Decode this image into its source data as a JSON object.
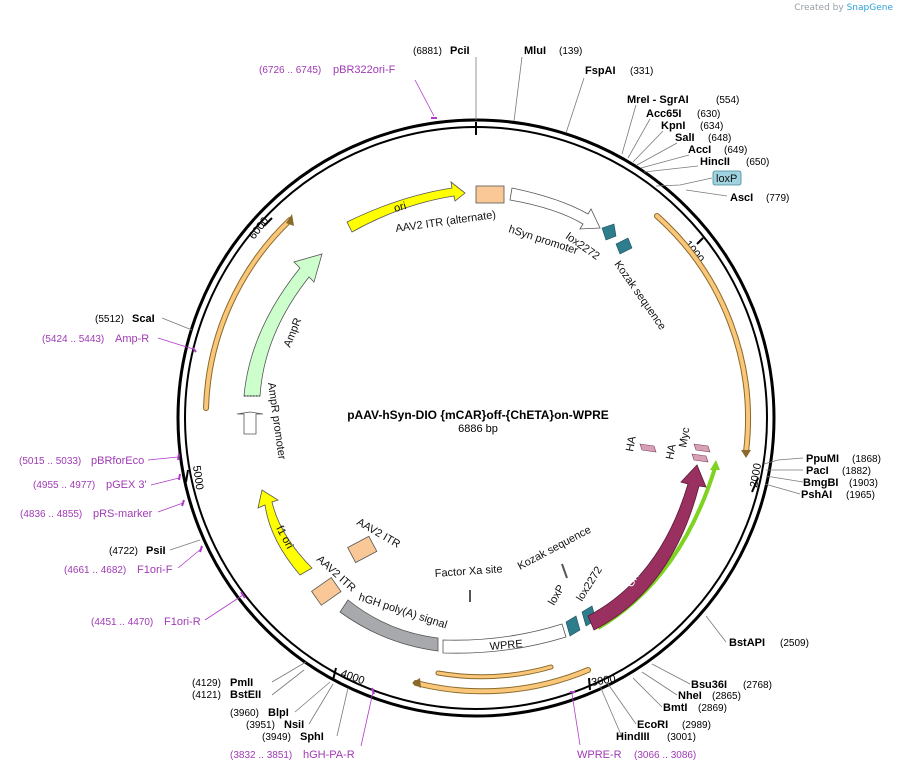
{
  "credit": {
    "prefix": "Created by",
    "brand": "SnapGene"
  },
  "plasmid": {
    "name": "pAAV-hSyn-DIO {mCAR}off-{ChETA}on-WPRE",
    "size_label": "6886 bp",
    "length": 6886
  },
  "ticks": [
    "1000",
    "2000",
    "3000",
    "4000",
    "5000",
    "6000"
  ],
  "enzymes": [
    {
      "name": "PciI",
      "pos": "(6881)"
    },
    {
      "name": "MluI",
      "pos": "(139)"
    },
    {
      "name": "FspAI",
      "pos": "(331)"
    },
    {
      "name": "MreI - SgrAI",
      "pos": "(554)"
    },
    {
      "name": "Acc65I",
      "pos": "(630)"
    },
    {
      "name": "KpnI",
      "pos": "(634)"
    },
    {
      "name": "SalI",
      "pos": "(648)"
    },
    {
      "name": "AccI",
      "pos": "(649)"
    },
    {
      "name": "HincII",
      "pos": "(650)"
    },
    {
      "name": "AscI",
      "pos": "(779)"
    },
    {
      "name": "PpuMI",
      "pos": "(1868)"
    },
    {
      "name": "PacI",
      "pos": "(1882)"
    },
    {
      "name": "BmgBI",
      "pos": "(1903)"
    },
    {
      "name": "PshAI",
      "pos": "(1965)"
    },
    {
      "name": "BstAPI",
      "pos": "(2509)"
    },
    {
      "name": "Bsu36I",
      "pos": "(2768)"
    },
    {
      "name": "NheI",
      "pos": "(2865)"
    },
    {
      "name": "BmtI",
      "pos": "(2869)"
    },
    {
      "name": "EcoRI",
      "pos": "(2989)"
    },
    {
      "name": "HindIII",
      "pos": "(3001)"
    },
    {
      "name": "SphI",
      "pos": "(3949)"
    },
    {
      "name": "NsiI",
      "pos": "(3951)"
    },
    {
      "name": "BlpI",
      "pos": "(3960)"
    },
    {
      "name": "BstEII",
      "pos": "(4121)"
    },
    {
      "name": "PmlI",
      "pos": "(4129)"
    },
    {
      "name": "PsiI",
      "pos": "(4722)"
    },
    {
      "name": "ScaI",
      "pos": "(5512)"
    }
  ],
  "primers": [
    {
      "name": "pBR322ori-F",
      "pos": "(6726 .. 6745)"
    },
    {
      "name": "Amp-R",
      "pos": "(5424 .. 5443)"
    },
    {
      "name": "pBRforEco",
      "pos": "(5015 .. 5033)"
    },
    {
      "name": "pGEX 3'",
      "pos": "(4955 .. 4977)"
    },
    {
      "name": "pRS-marker",
      "pos": "(4836 .. 4855)"
    },
    {
      "name": "F1ori-F",
      "pos": "(4661 .. 4682)"
    },
    {
      "name": "F1ori-R",
      "pos": "(4451 .. 4470)"
    },
    {
      "name": "hGH-PA-R",
      "pos": "(3832 .. 3851)"
    },
    {
      "name": "WPRE-R",
      "pos": "(3066 .. 3086)"
    }
  ],
  "features": {
    "ori": "ori",
    "itr_alt": "AAV2 ITR (alternate)",
    "hsyn": "hSyn promoter",
    "lox2272_top": "lox2272",
    "kozak_top": "Kozak sequence",
    "loxp_box": "loxP",
    "ha1": "HA",
    "ha2": "HA",
    "myc": "Myc",
    "chr2": "ChR2(H134R)",
    "lox2272_bot": "lox2272",
    "loxp_bot": "loxP",
    "kozak_bot": "Kozak sequence",
    "factor_xa": "Factor Xa site",
    "wpre": "WPRE",
    "hgh": "hGH poly(A) signal",
    "itr_bot": "AAV2 ITR",
    "itr_mid": "AAV2 ITR",
    "f1ori": "f1 ori",
    "ampr": "AmpR",
    "ampr_promoter": "AmpR promoter"
  },
  "colors": {
    "backbone": "#000000",
    "ori": "#ffff00",
    "itr": "#f9c896",
    "ampr": "#ccffcc",
    "orf_orange": "#f9c67a",
    "chr2": "#99305f",
    "chr2_outline": "#7ed321",
    "hgh": "#a7a9ac",
    "lox": "#2e7d8c",
    "tag": "#d8a0b5",
    "primer": "#a03ab5"
  }
}
